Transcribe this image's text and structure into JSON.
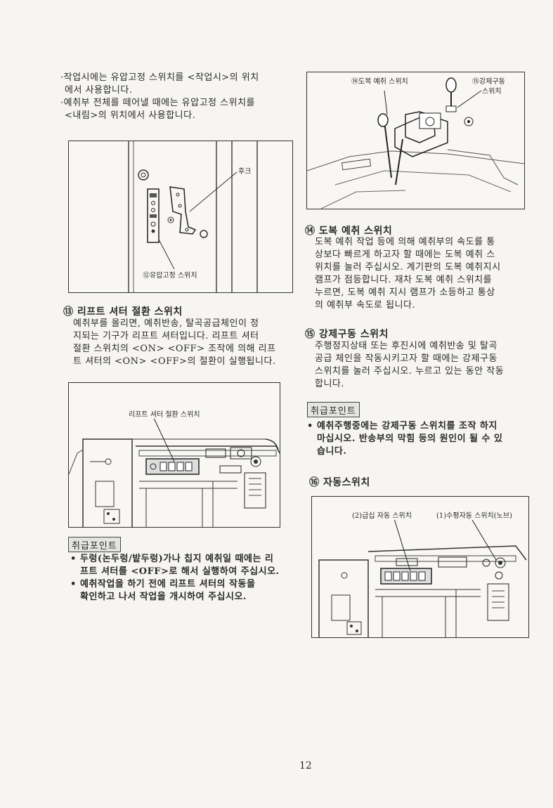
{
  "left": {
    "intro": [
      "·작업시에는 유압고정 스위치를 <작업시>의 위치",
      "에서 사용합니다.",
      "·예취부 전체를 떼어낼 때에는 유압고정 스위치를",
      "<내림>의 위치에서 사용합니다."
    ],
    "fig1": {
      "hook_label": "후크",
      "switch_label": "⑫유압고정 스위치"
    },
    "sec13": {
      "heading": "⑬ 리프트 셔터 절환 스위치",
      "lines": [
        "예취부를 올리면, 예취반송, 탈곡공급체인이 정",
        "지되는 기구가 리프트 셔터입니다. 리프트 셔터",
        "절환 스위치의 <ON> <OFF> 조작에 의해 리프",
        "트 셔터의 <ON> <OFF>의 절환이 실행됩니다."
      ]
    },
    "fig2": {
      "label": "리프트 셔터 절환 스위치"
    },
    "point": {
      "tag": "취급포인트",
      "items": [
        [
          "두렁(논두렁/밭두렁)가나 칩지 예취일 때에는 리",
          "프트 셔터를 <OFF>로 해서 실행하여 주십시오."
        ],
        [
          "예취작업을 하기 전에 리프트 셔터의 작동을",
          "확인하고 나서 작업을 개시하여 주십시오."
        ]
      ]
    }
  },
  "right": {
    "fig3": {
      "label_a": "⑭도복 예취 스위치",
      "label_b1": "⑮강제구동",
      "label_b2": "스위치"
    },
    "sec14": {
      "heading": "⑭ 도복 예취 스위치",
      "lines": [
        "도복 예취 작업 등에 의해 예취부의 속도를 통",
        "상보다 빠르게 하고자 할 때에는 도복 예취 스",
        "위치를 눌러 주십시오. 계기판의 도복 예취지시",
        "램프가 점등합니다. 재차 도복 예취 스위치를",
        "누르면, 도복 예취 지시 램프가 소등하고 통상",
        "의 예취부 속도로 됩니다."
      ]
    },
    "sec15": {
      "heading": "⑮ 강제구동 스위치",
      "lines": [
        "주행정지상태 또는 후진시에 예취반송 및 탈곡",
        "공급 체인을 작동시키고자 할 때에는 강제구동",
        "스위치를 눌러 주십시오. 누르고 있는 동안 작동",
        "합니다."
      ]
    },
    "point": {
      "tag": "취급포인트",
      "items": [
        [
          "예취주행중에는 강제구동 스위치를 조작 하지",
          "마십시오. 반송부의 막힘 등의 원인이 될 수 있",
          "습니다."
        ]
      ]
    },
    "sec16": {
      "heading": "⑯ 자동스위치"
    },
    "fig4": {
      "label_a": "(2)급십 자동 스위치",
      "label_b": "(1)수평자동 스위치(노브)"
    }
  },
  "page_number": "12"
}
